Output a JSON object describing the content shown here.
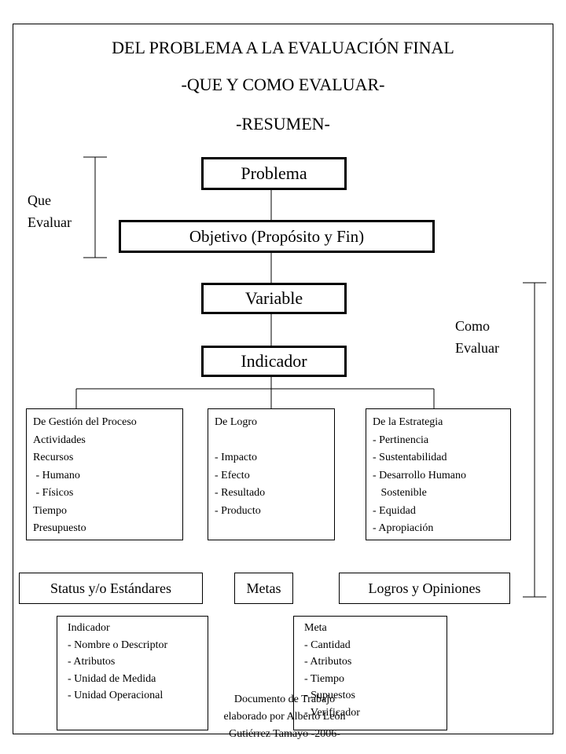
{
  "titles": {
    "line1": "DEL PROBLEMA A LA EVALUACIÓN FINAL",
    "line2": "-QUE Y COMO EVALUAR-",
    "line3": "-RESUMEN-"
  },
  "side_labels": {
    "que_line1": "Que",
    "que_line2": "Evaluar",
    "como_line1": "Como",
    "como_line2": "Evaluar"
  },
  "nodes": {
    "problema": "Problema",
    "objetivo": "Objetivo (Propósito y Fin)",
    "variable": "Variable",
    "indicador": "Indicador"
  },
  "categories": {
    "gestion": {
      "title": "De Gestión del Proceso",
      "items": [
        "Actividades",
        "Recursos",
        " - Humano",
        " - Físicos",
        "Tiempo",
        "Presupuesto"
      ]
    },
    "logro": {
      "title": "De Logro",
      "items": [
        "",
        "- Impacto",
        "- Efecto",
        "- Resultado",
        "- Producto"
      ]
    },
    "estrategia": {
      "title": "De la Estrategia",
      "items": [
        "- Pertinencia",
        "- Sustentabilidad",
        "- Desarrollo Humano",
        "   Sostenible",
        "- Equidad",
        "- Apropiación"
      ]
    }
  },
  "standards": {
    "status": "Status y/o Estándares",
    "metas": "Metas",
    "logros": "Logros y Opiniones"
  },
  "notes": {
    "indicador": {
      "title": "Indicador",
      "items": [
        "- Nombre o Descriptor",
        "- Atributos",
        "- Unidad de Medida",
        "- Unidad Operacional"
      ]
    },
    "meta": {
      "title": "Meta",
      "items": [
        "- Cantidad",
        "- Atributos",
        "- Tiempo",
        "- Supuestos",
        "- Verificador"
      ]
    }
  },
  "footer": {
    "line1": "Documento de Trabajo",
    "line2": "elaborado por Alberto León",
    "line3": "Gutiérrez Tamayo -2006-"
  }
}
